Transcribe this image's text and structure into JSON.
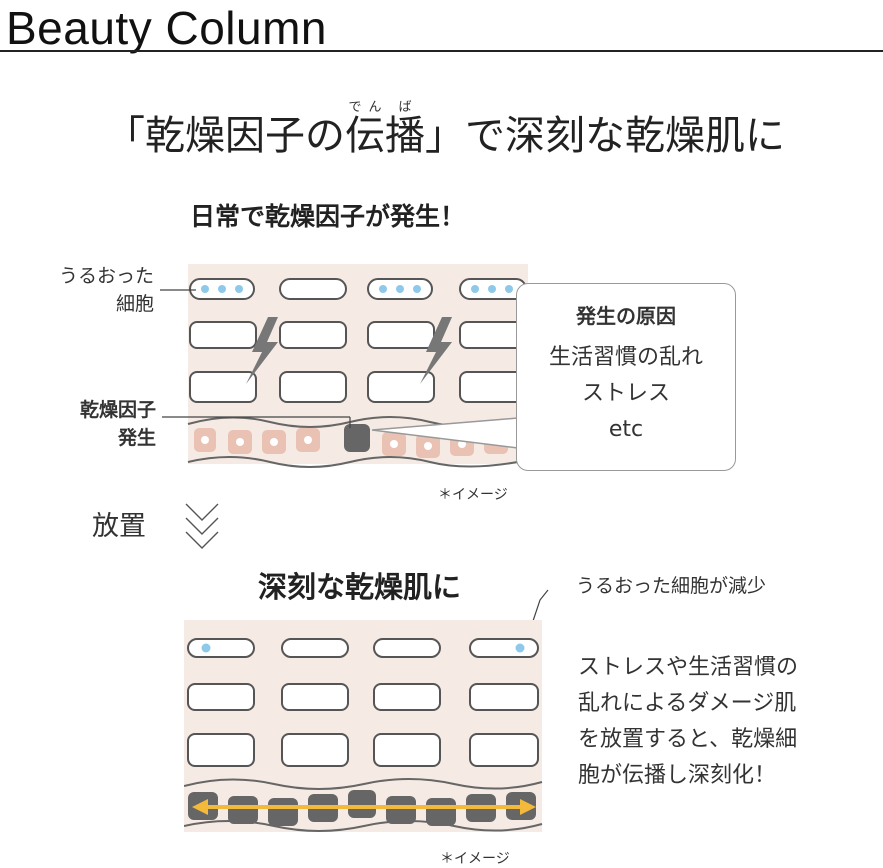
{
  "header": {
    "title": "Beauty Column"
  },
  "headline": {
    "pre": "「乾燥因子の",
    "den": "伝",
    "den_ruby": "でん",
    "ba": "播",
    "ba_ruby": "ば",
    "post": "」で深刻な乾燥肌に"
  },
  "panel1": {
    "title": "日常で乾燥因子が発生！",
    "label_cells_line1": "うるおった",
    "label_cells_line2": "細胞",
    "label_factor_line1": "乾燥因子",
    "label_factor_line2": "発生",
    "cause": {
      "title": "発生の原因",
      "lines": [
        "生活習慣の乱れ",
        "ストレス",
        "etc"
      ]
    },
    "note": "＊イメージ"
  },
  "transition": {
    "label": "放置"
  },
  "panel2": {
    "title": "深刻な乾燥肌に",
    "label_reduced": "うるおった細胞が減少",
    "description": [
      "ストレスや生活習慣の",
      "乱れによるダメージ肌",
      "を放置すると、乾燥細",
      "胞が伝播し深刻化！"
    ],
    "note": "＊イメージ"
  },
  "colors": {
    "skin_bg": "#f6ebe4",
    "cell_border": "#555555",
    "moisture_dot": "#8ec9ea",
    "damaged_cell": "#666666",
    "basal_cell": "#e9c2b3",
    "arrow": "#f2b93b",
    "bolt": "#777777"
  },
  "icons": [
    "lightning-icon",
    "chevron-down-icon",
    "double-arrow-icon"
  ]
}
